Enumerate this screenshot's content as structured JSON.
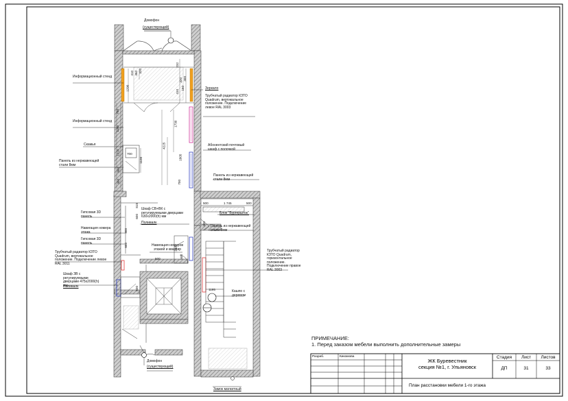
{
  "labels": {
    "intercom_top": "Домофон",
    "intercom_top_sub": "(существующий)",
    "info_stand_1": "Информационный стенд",
    "mirror": "Зеркало",
    "radiator_right_top": "Трубчатый радиатор КЗТО Quadrum, вертикальное положение. Подключение левое RAL 3003",
    "info_stand_2": "Информационный стенд",
    "mailbox": "Абонентский почтовый шкаф с полочкой",
    "bench": "Скамья",
    "steel_panel_left": "Панель из нержавеющей стали 8мм",
    "steel_panel_right": "Панель из нержавеющей стали 8мм",
    "gypsum_1": "Гипсовая 3D панель",
    "floor_number": "Навигация номера этажа",
    "gypsum_2": "Гипсовая 3D панель",
    "radiator_left": "Трубчатый радиатор КЗТО Quadrum, вертикальное положение. Подключение левое RAL 3011",
    "cabinet_sv": "Шкаф СВ+ВК с регулируемыми дверцами 630х2000(h) мм",
    "cabinet_sv_sub": "Поливалк",
    "steel_band": "Блок \"Бургершток\"",
    "steel_panel_mid": "Панель из нержавеющей стали 8мм",
    "apartments_nav": "Навигация номеров этажей и квартир",
    "radiator_right_low": "Трубчатый радиатор КЗТО Quadrum, горизонтальное положение. Подключение правое RAL 3003",
    "cabinet_3v": "Шкаф ЗВ с регулируемыми дверцами 475х2000(h) мм",
    "cabinet_3v_sub": "Поливалк",
    "planter": "Кашпо с деревом",
    "intercom_bottom": "Домофон",
    "intercom_bottom_sub": "(существующий)",
    "magnetic_lock": "Замок магнитный"
  },
  "dimensions": {
    "d232": "232",
    "d410": "410",
    "d450": "450",
    "d320": "320",
    "d1290": "1290",
    "d320b": "320",
    "d300": "300",
    "d150": "150",
    "d410b": "410",
    "d700": "700",
    "d1160": "1160",
    "d1210": "1210",
    "d800": "800",
    "d400": "400",
    "d1730": "1730",
    "d4225": "4225",
    "d1805": "1805",
    "d700b": "700",
    "d700c": "700",
    "d1100": "1100",
    "d815": "815",
    "d600": "600",
    "d900": "900",
    "d600b": "600",
    "d500": "500",
    "d1745": "1 745",
    "d500b": "500",
    "d400b": "400",
    "d260": "260",
    "d500c": "500",
    "d500d": "500",
    "d1195": "1195",
    "d600c": "600"
  },
  "note": {
    "title": "ПРИМЕЧАНИЕ:",
    "text": "1. Перед заказом мебели выполнить дополнительные замеры"
  },
  "title_block": {
    "dev_label": "Разраб.",
    "dev_name": "Кикомова",
    "project": "ЖК Буревестник",
    "section": "секция №1, г. Ульяновск",
    "stage_h": "Стадия",
    "sheet_h": "Лист",
    "sheets_h": "Листов",
    "stage": "ДП",
    "sheet": "31",
    "sheets": "33",
    "drawing": "План расстановки мебели 1-го этажа"
  },
  "colors": {
    "wall_hatch": "#9a9a9a",
    "accent_orange": "#f0a020",
    "accent_magenta": "#d0309a",
    "accent_blue": "#3040c0",
    "accent_red": "#e02020"
  }
}
